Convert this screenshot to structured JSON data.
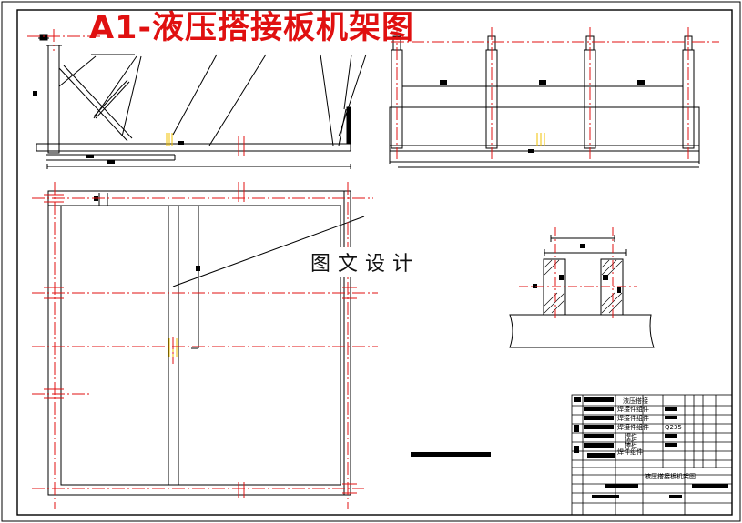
{
  "title": "A1-液压搭接板机架图",
  "watermark": "图文设计",
  "title_block": {
    "drawing_name": "液压搭接板机架图",
    "bom_labels": [
      "液压搭接",
      "焊接件组件",
      "焊接件组件",
      "焊接件组件",
      "焊件",
      "焊件",
      "焊件",
      "焊件组件"
    ],
    "material": "Q235"
  },
  "colors": {
    "line": "#000000",
    "centerline": "#e01010",
    "highlight": "#f0c000",
    "frame": "#000000"
  }
}
